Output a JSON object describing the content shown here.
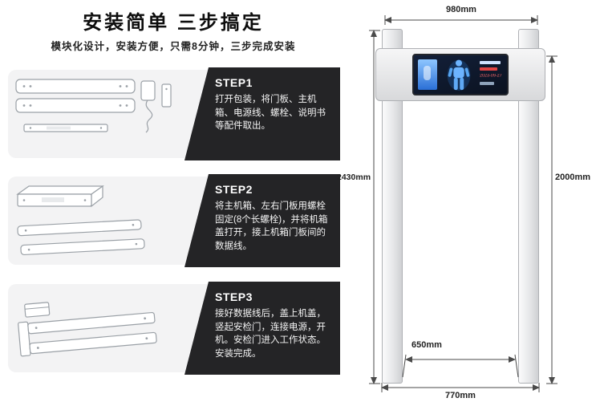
{
  "header": {
    "title": "安装简单 三步搞定",
    "subtitle": "模块化设计，安装方便，只需8分钟，三步完成安装"
  },
  "steps": [
    {
      "label": "STEP1",
      "text": "打开包装，将门板、主机箱、电源线、螺栓、说明书等配件取出。"
    },
    {
      "label": "STEP2",
      "text": "将主机箱、左右门板用螺栓固定(8个长螺栓)，并将机箱盖打开，接上机箱门板间的数据线。"
    },
    {
      "label": "STEP3",
      "text": "接好数据线后，盖上机盖，竖起安检门，连接电源，开机。安检门进入工作状态。安装完成。"
    }
  ],
  "diagram": {
    "dimensions": {
      "top_width": "980mm",
      "overall_height": "2430mm",
      "passage_height": "2000mm",
      "passage_width": "650mm",
      "base_width": "770mm"
    },
    "screen": {
      "date": "2023-09-27"
    },
    "icons": {
      "scan_figure": "body-scan-silhouette",
      "camera_feed": "camera-preview-panel"
    }
  },
  "colors": {
    "panel_dark": "#242426",
    "panel_gray": "#f3f3f4",
    "screen_navy": "#0e1626",
    "scan_blue": "#6db4ff",
    "alert_red": "#e04444",
    "dimension_line": "#4a4a4a"
  }
}
